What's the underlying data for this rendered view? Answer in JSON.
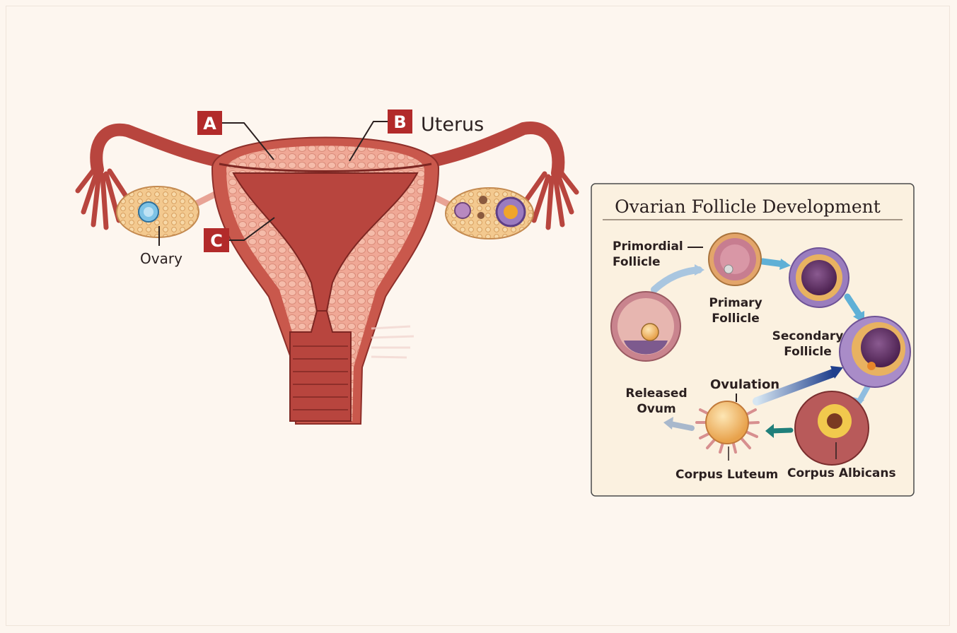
{
  "anatomy": {
    "label_a": "A",
    "label_b": "B",
    "label_b_text": "Uterus",
    "label_c": "C",
    "ovary_label": "Ovary"
  },
  "panel": {
    "title": "Ovarian Follicle Development",
    "stages": {
      "primordial": "Primordial\nFollicle",
      "primary": "Primary\nFollicle",
      "secondary": "Secondary\nFollicle",
      "ovulation": "Ovulation",
      "released_ovum": "Released\nOvum",
      "corpus_luteum": "Corpus Luteum",
      "corpus_albicans": "Corpus Albicans"
    }
  },
  "colors": {
    "label_box": "#b22a2a",
    "tissue_dark": "#b8453e",
    "tissue_light": "#f0a896",
    "panel_bg": "#fbf1e0"
  }
}
